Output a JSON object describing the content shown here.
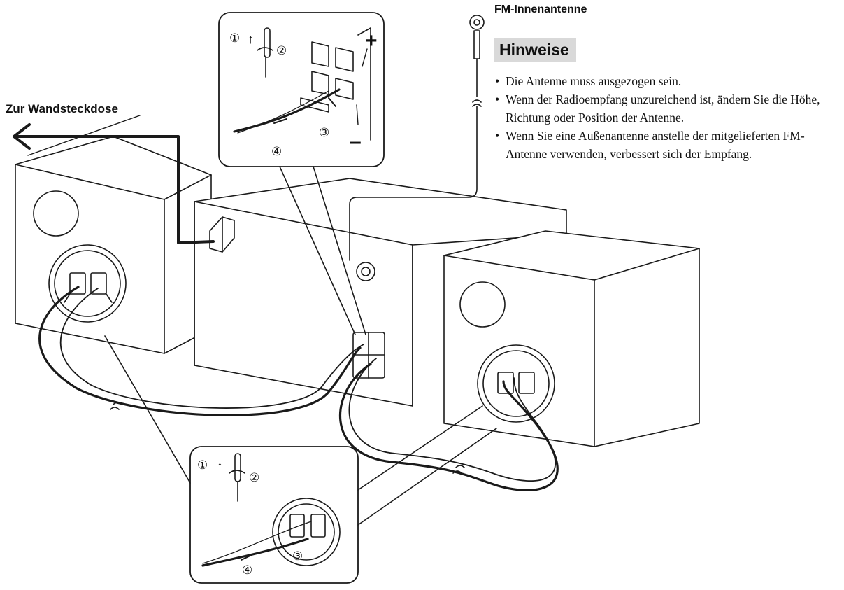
{
  "labels": {
    "wall_outlet": "Zur Wandsteckdose",
    "fm_antenna": "FM-Innenantenne",
    "plus": "+",
    "minus": "–"
  },
  "notes": {
    "heading": "Hinweise",
    "items": [
      "Die Antenne muss ausgezogen sein.",
      "Wenn der Radioempfang unzureichend ist, ändern Sie die Höhe, Richtung oder Position der Antenne.",
      "Wenn Sie eine Außenantenne anstelle der mitgelieferten FM-Antenne verwenden, verbessert sich der Empfang."
    ]
  },
  "steps": {
    "s1": "①",
    "s2": "②",
    "s3": "③",
    "s4": "④"
  },
  "colors": {
    "line": "#1a1a1a",
    "heading_bg": "#d9d9d9",
    "panel_fill": "#ffffff"
  }
}
